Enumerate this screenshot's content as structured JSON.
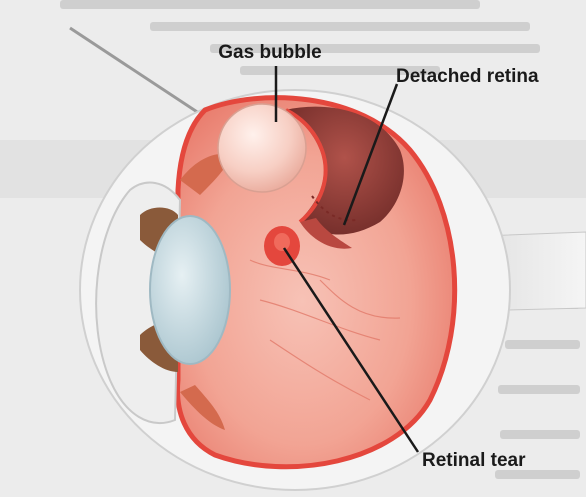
{
  "diagram": {
    "labels": {
      "gas_bubble": "Gas bubble",
      "detached_retina": "Detached retina",
      "retinal_tear": "Retinal tear"
    },
    "colors": {
      "page_background": "#ececec",
      "background_text": "#c6c6c6",
      "eye_wall": "#f2f2f2",
      "sclera_edge": "#cfcfcf",
      "retina_red": "#e4473d",
      "vitreous_pink": "#f09a8a",
      "detached_space": "#8a3b36",
      "lens_blue": "#bcd4dc",
      "iris_brown": "#8a5a3a",
      "bubble": "#f7cfc4",
      "leader_line": "#1a1a1a"
    }
  }
}
